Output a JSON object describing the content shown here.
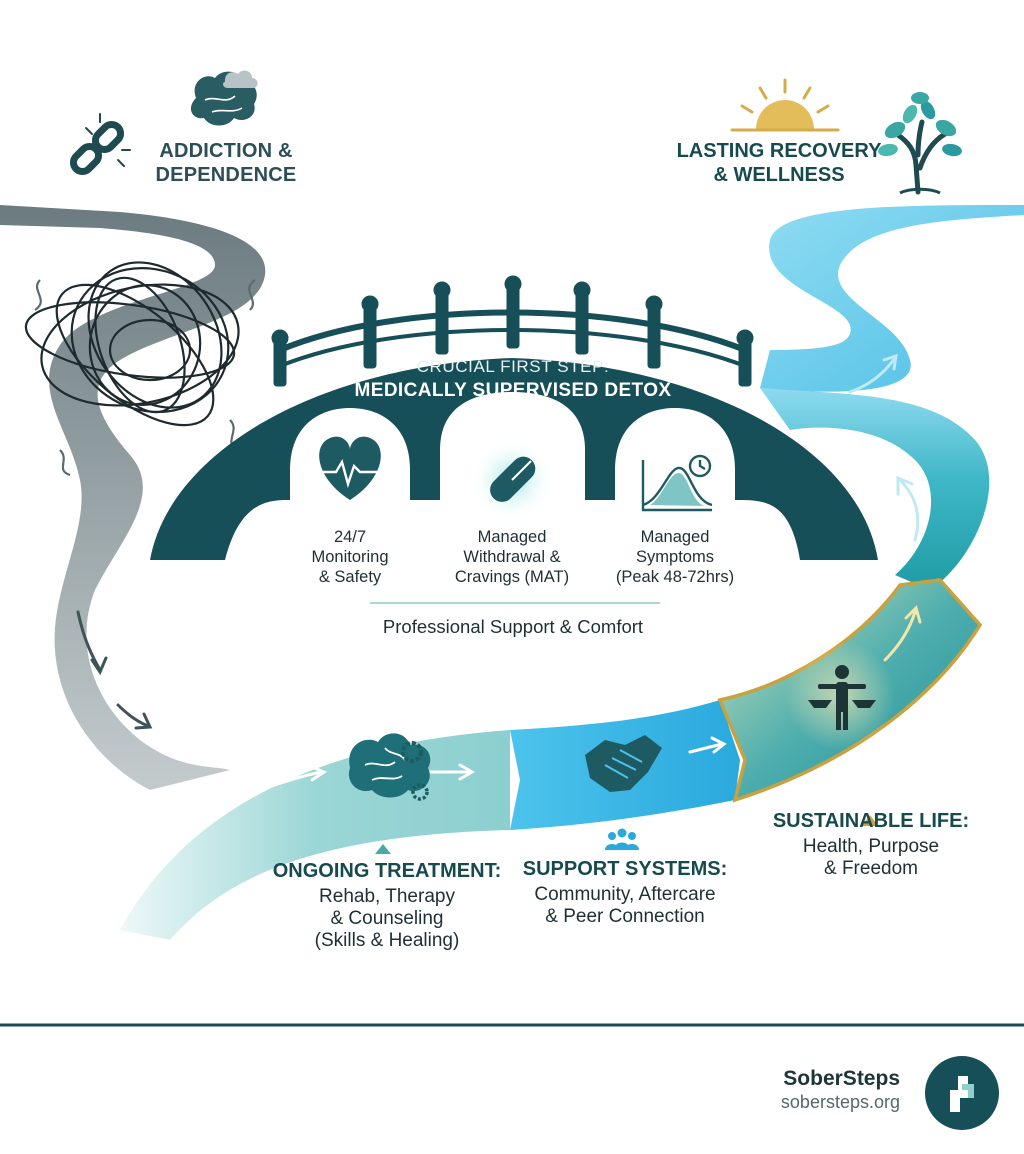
{
  "start": {
    "title_line1": "ADDICTION &",
    "title_line2": "DEPENDENCE",
    "icons": [
      "broken-chain-icon",
      "brain-cloud-icon",
      "tangle-scribble-icon"
    ]
  },
  "end": {
    "title_line1": "LASTING RECOVERY",
    "title_line2": "& WELLNESS",
    "icons": [
      "sun-icon",
      "tree-icon"
    ]
  },
  "bridge": {
    "subtitle": "CRUCIAL FIRST STEP:",
    "title": "MEDICALLY SUPERVISED DETOX",
    "arches": [
      {
        "icon": "heart-pulse-icon",
        "line1": "24/7",
        "line2": "Monitoring",
        "line3": "& Safety"
      },
      {
        "icon": "capsule-icon",
        "line1": "Managed",
        "line2": "Withdrawal &",
        "line3": "Cravings (MAT)"
      },
      {
        "icon": "symptom-curve-clock-icon",
        "line1": "Managed",
        "line2": "Symptoms",
        "line3": "(Peak 48-72hrs)"
      }
    ],
    "support": "Professional Support & Comfort"
  },
  "stages": [
    {
      "icon": "brain-gears-icon",
      "title": "ONGOING TREATMENT:",
      "line1": "Rehab, Therapy",
      "line2": "& Counseling",
      "line3": "(Skills & Healing)"
    },
    {
      "icon": "handshake-icon",
      "title": "SUPPORT SYSTEMS:",
      "line1": "Community, Aftercare",
      "line2": "& Peer Connection"
    },
    {
      "icon": "balance-figure-icon",
      "title": "SUSTAINABLE LIFE:",
      "line1": "Health, Purpose",
      "line2": "& Freedom"
    }
  ],
  "brand": {
    "name": "SoberSteps",
    "url": "sobersteps.org",
    "logo": "sobersteps-logo-icon"
  },
  "colors": {
    "dark_teal": "#174f58",
    "mid_teal": "#2aa7a8",
    "light_blue": "#7fd0ec",
    "sky_blue": "#3ab7e2",
    "gold": "#c8a544",
    "grey_path": "#5d6e72"
  }
}
